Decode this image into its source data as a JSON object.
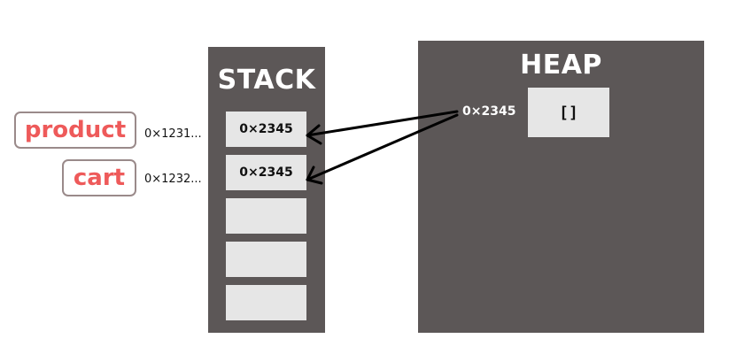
{
  "stack": {
    "title": "STACK",
    "cells": [
      "0×2345",
      "0×2345",
      "",
      "",
      ""
    ]
  },
  "heap": {
    "title": "HEAP",
    "address": "0×2345",
    "object": "[]"
  },
  "variables": [
    {
      "name": "product",
      "address": "0×1231..."
    },
    {
      "name": "cart",
      "address": "0×1232..."
    }
  ],
  "colors": {
    "panel": "#5c5757",
    "cell": "#e6e6e6",
    "variable_text": "#ee5a5a",
    "variable_border": "#9a8a8a"
  }
}
